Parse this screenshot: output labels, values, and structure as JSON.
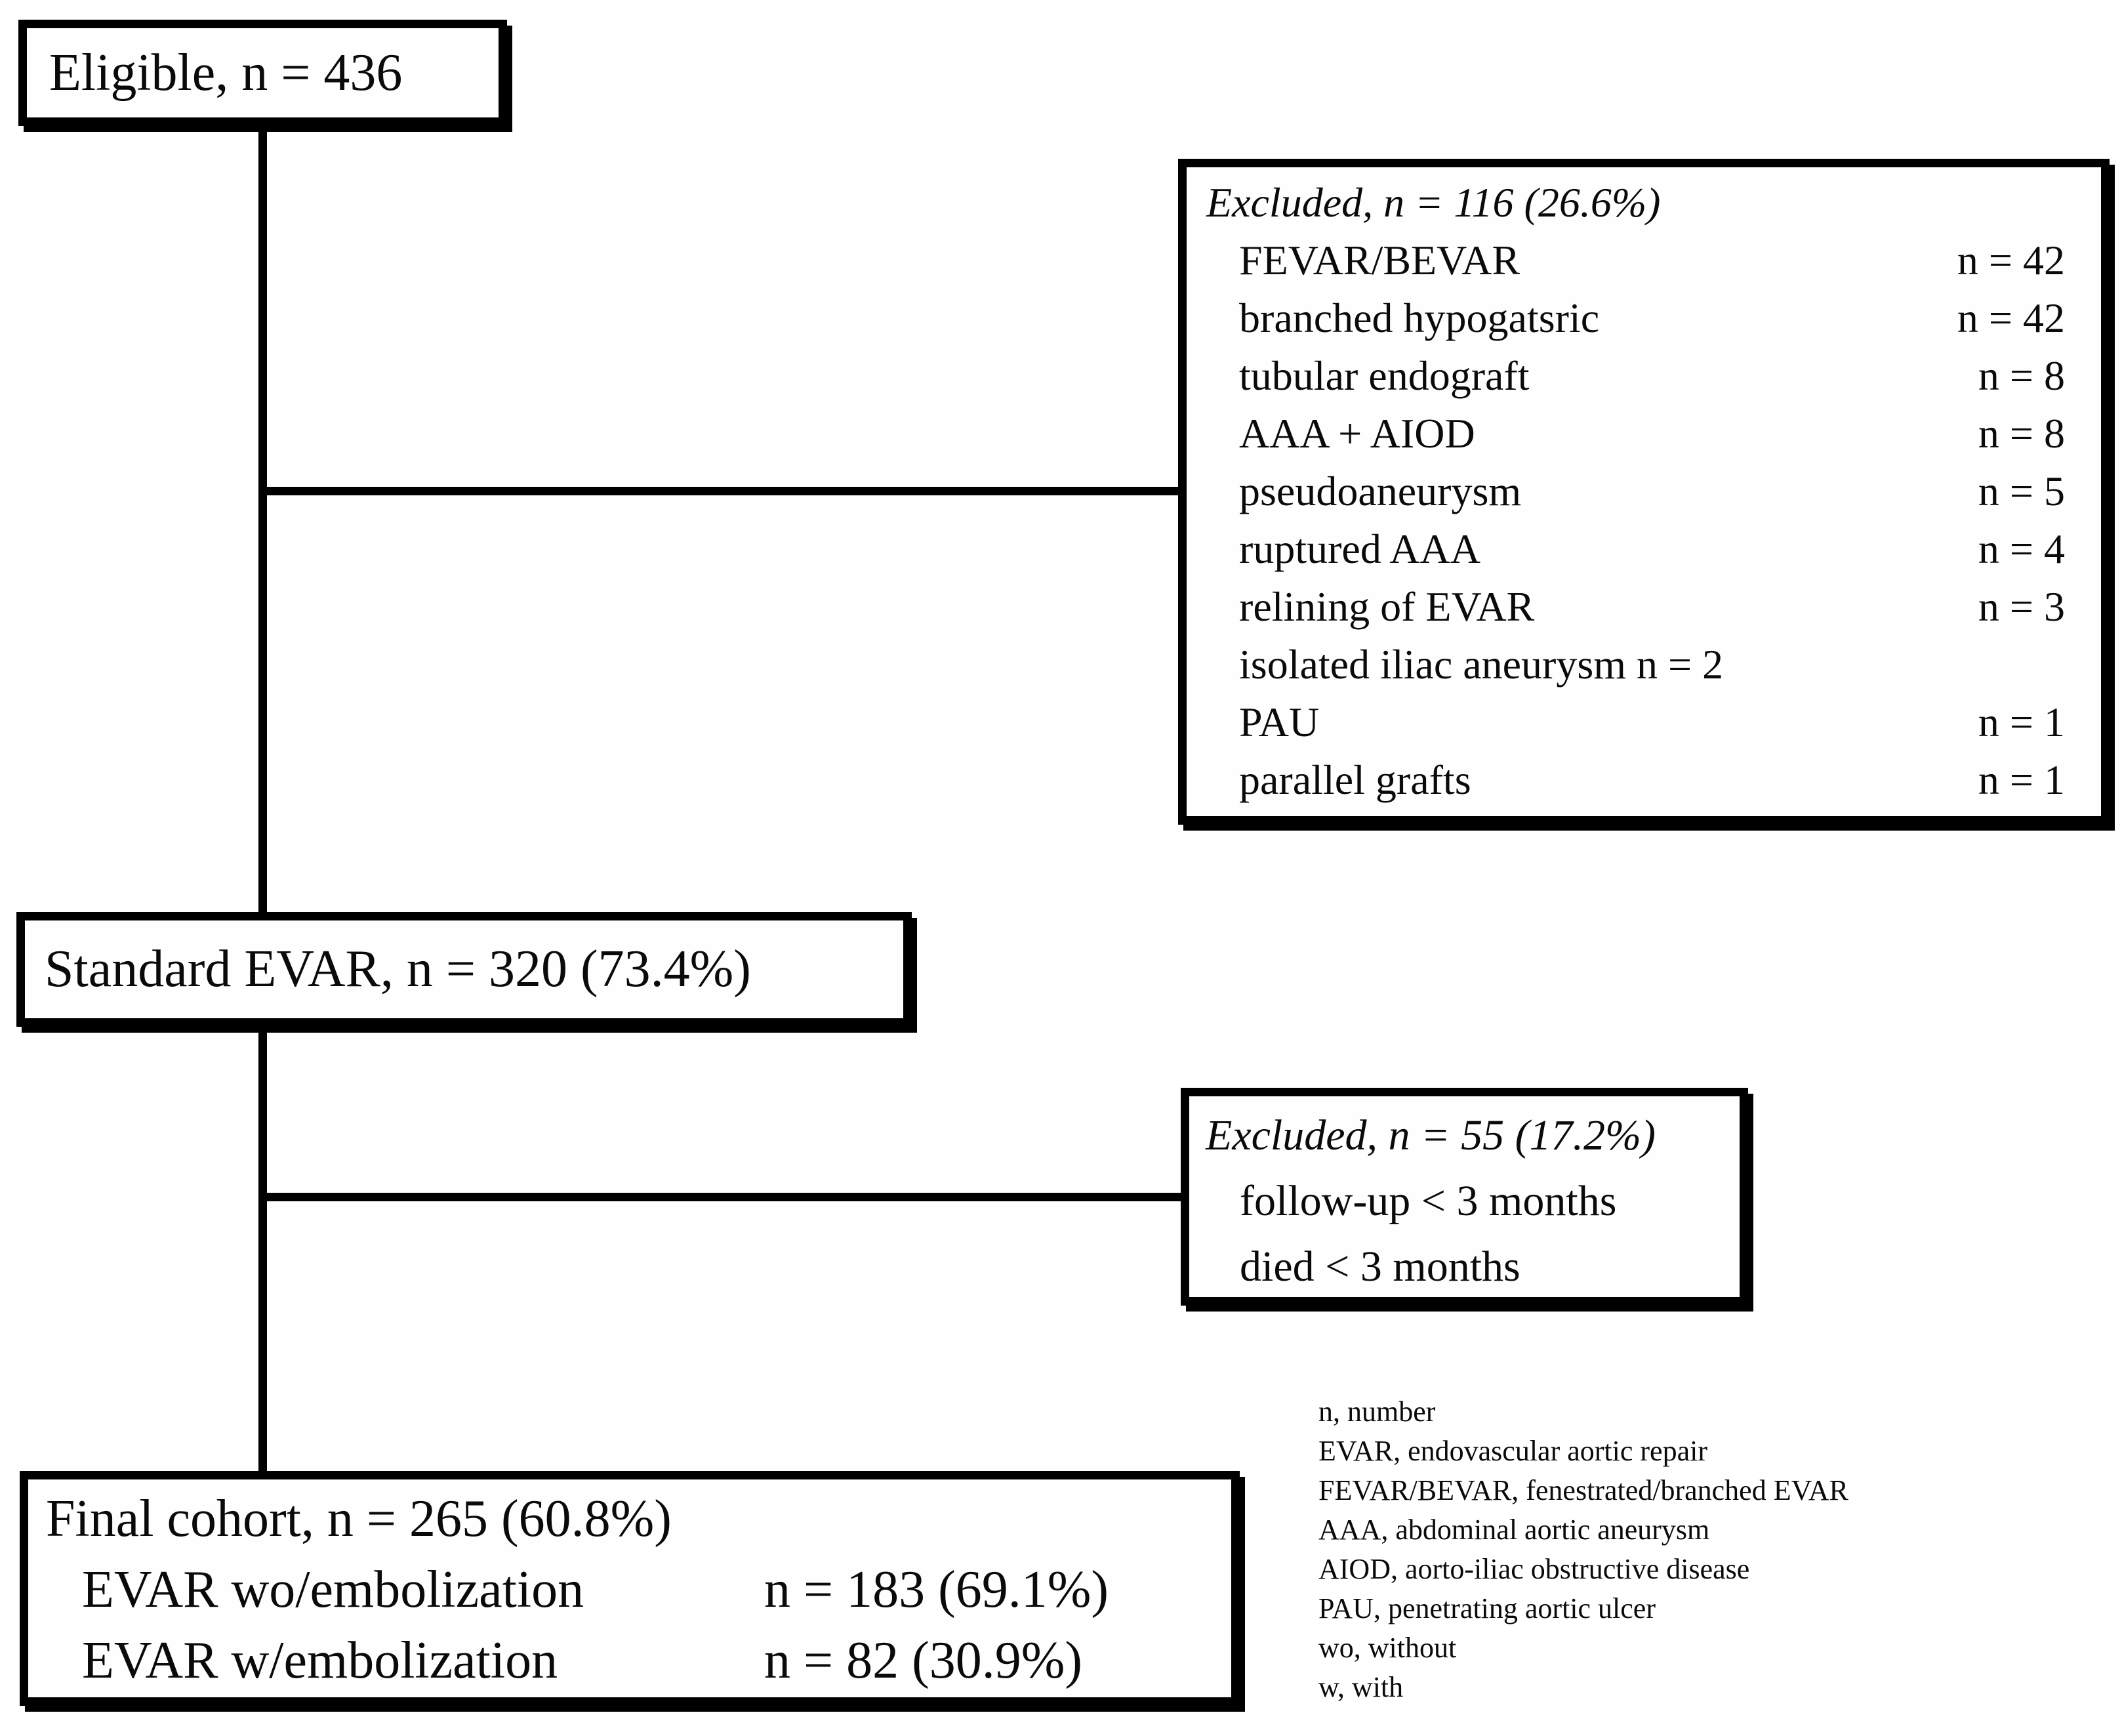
{
  "colors": {
    "ink": "#000000",
    "background": "#ffffff"
  },
  "boxes": {
    "eligible": {
      "label": "Eligible, n = 436"
    },
    "excluded1": {
      "title": "Excluded, n = 116 (26.6%)",
      "items": [
        {
          "label": "FEVAR/BEVAR",
          "value": "n = 42"
        },
        {
          "label": "branched hypogatsric",
          "value": "n = 42"
        },
        {
          "label": "tubular endograft",
          "value": "n = 8"
        },
        {
          "label": "AAA + AIOD",
          "value": "n = 8"
        },
        {
          "label": "pseudoaneurysm",
          "value": "n = 5"
        },
        {
          "label": "ruptured AAA",
          "value": "n = 4"
        },
        {
          "label": "relining of EVAR",
          "value": "n = 3"
        },
        {
          "label": "isolated iliac aneurysm n = 2",
          "value": ""
        },
        {
          "label": "PAU",
          "value": "n = 1"
        },
        {
          "label": "parallel grafts",
          "value": "n = 1"
        }
      ]
    },
    "standard": {
      "label": "Standard EVAR, n = 320 (73.4%)"
    },
    "excluded2": {
      "title": "Excluded, n = 55 (17.2%)",
      "items": [
        "follow-up < 3 months",
        "died < 3 months"
      ]
    },
    "final": {
      "title": "Final cohort, n = 265 (60.8%)",
      "rows": [
        {
          "label": "EVAR wo/embolization",
          "value": "n = 183 (69.1%)"
        },
        {
          "label": "EVAR w/embolization",
          "value": "n = 82 (30.9%)"
        }
      ]
    }
  },
  "legend": {
    "lines": [
      "n, number",
      "EVAR, endovascular aortic repair",
      "FEVAR/BEVAR, fenestrated/branched EVAR",
      "AAA, abdominal aortic aneurysm",
      "AIOD, aorto-iliac obstructive disease",
      "PAU, penetrating aortic ulcer",
      "wo, without",
      "w, with"
    ]
  }
}
